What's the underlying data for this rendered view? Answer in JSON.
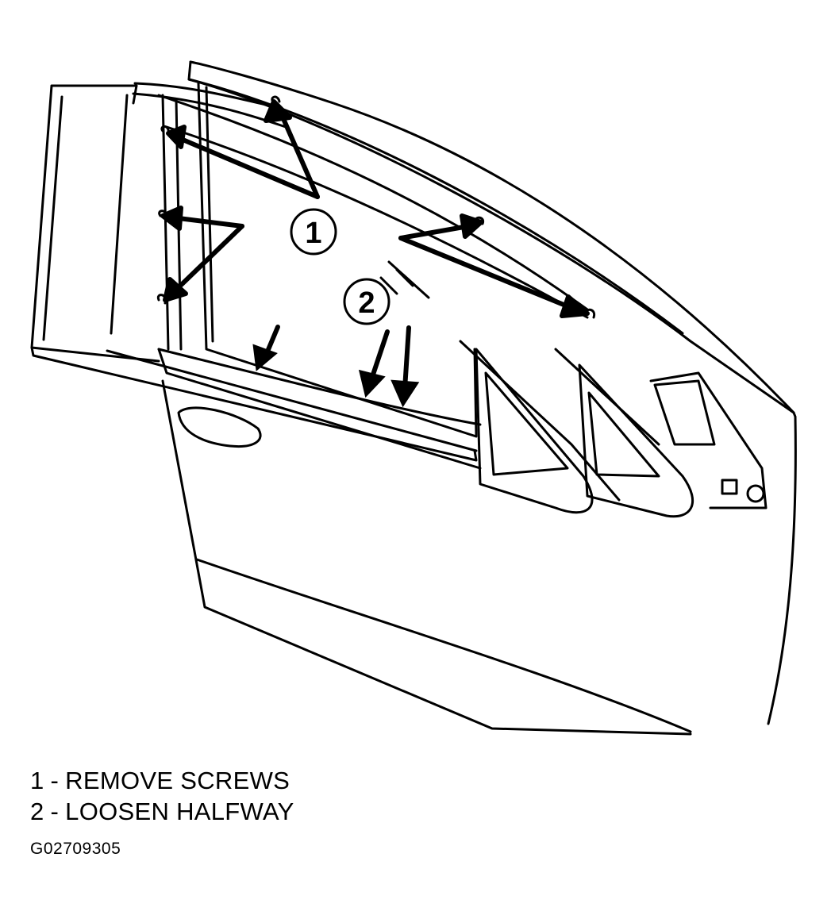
{
  "callouts": [
    {
      "number": "1",
      "text": "REMOVE SCREWS"
    },
    {
      "number": "2",
      "text": "LOOSEN HALFWAY"
    }
  ],
  "separator": "-",
  "figure_id": "G02709305",
  "colors": {
    "line": "#000000",
    "background": "#ffffff"
  }
}
